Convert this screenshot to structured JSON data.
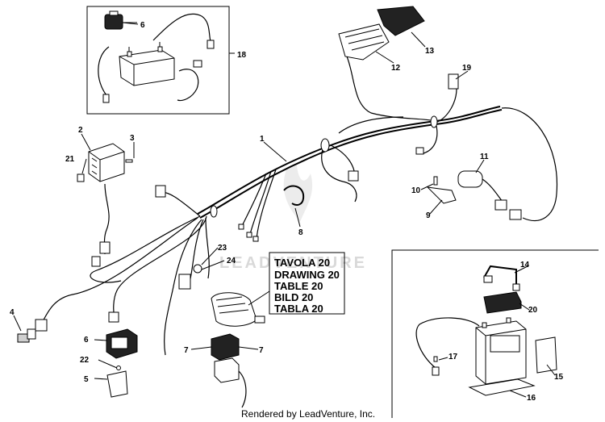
{
  "callouts": {
    "c1": "1",
    "c2": "2",
    "c3": "3",
    "c4": "4",
    "c5": "5",
    "c6a": "6",
    "c6b": "6",
    "c7a": "7",
    "c7b": "7",
    "c8": "8",
    "c9": "9",
    "c10": "10",
    "c11": "11",
    "c12": "12",
    "c13": "13",
    "c14": "14",
    "c15": "15",
    "c16": "16",
    "c17": "17",
    "c18": "18",
    "c19": "19",
    "c20": "20",
    "c21": "21",
    "c22": "22",
    "c23": "23",
    "c24": "24"
  },
  "title_block": [
    "TAVOLA 20",
    "DRAWING 20",
    "TABLE 20",
    "BILD 20",
    "TABLA 20"
  ],
  "watermark": "LEADVENTURE",
  "footer": "Rendered by LeadVenture, Inc."
}
